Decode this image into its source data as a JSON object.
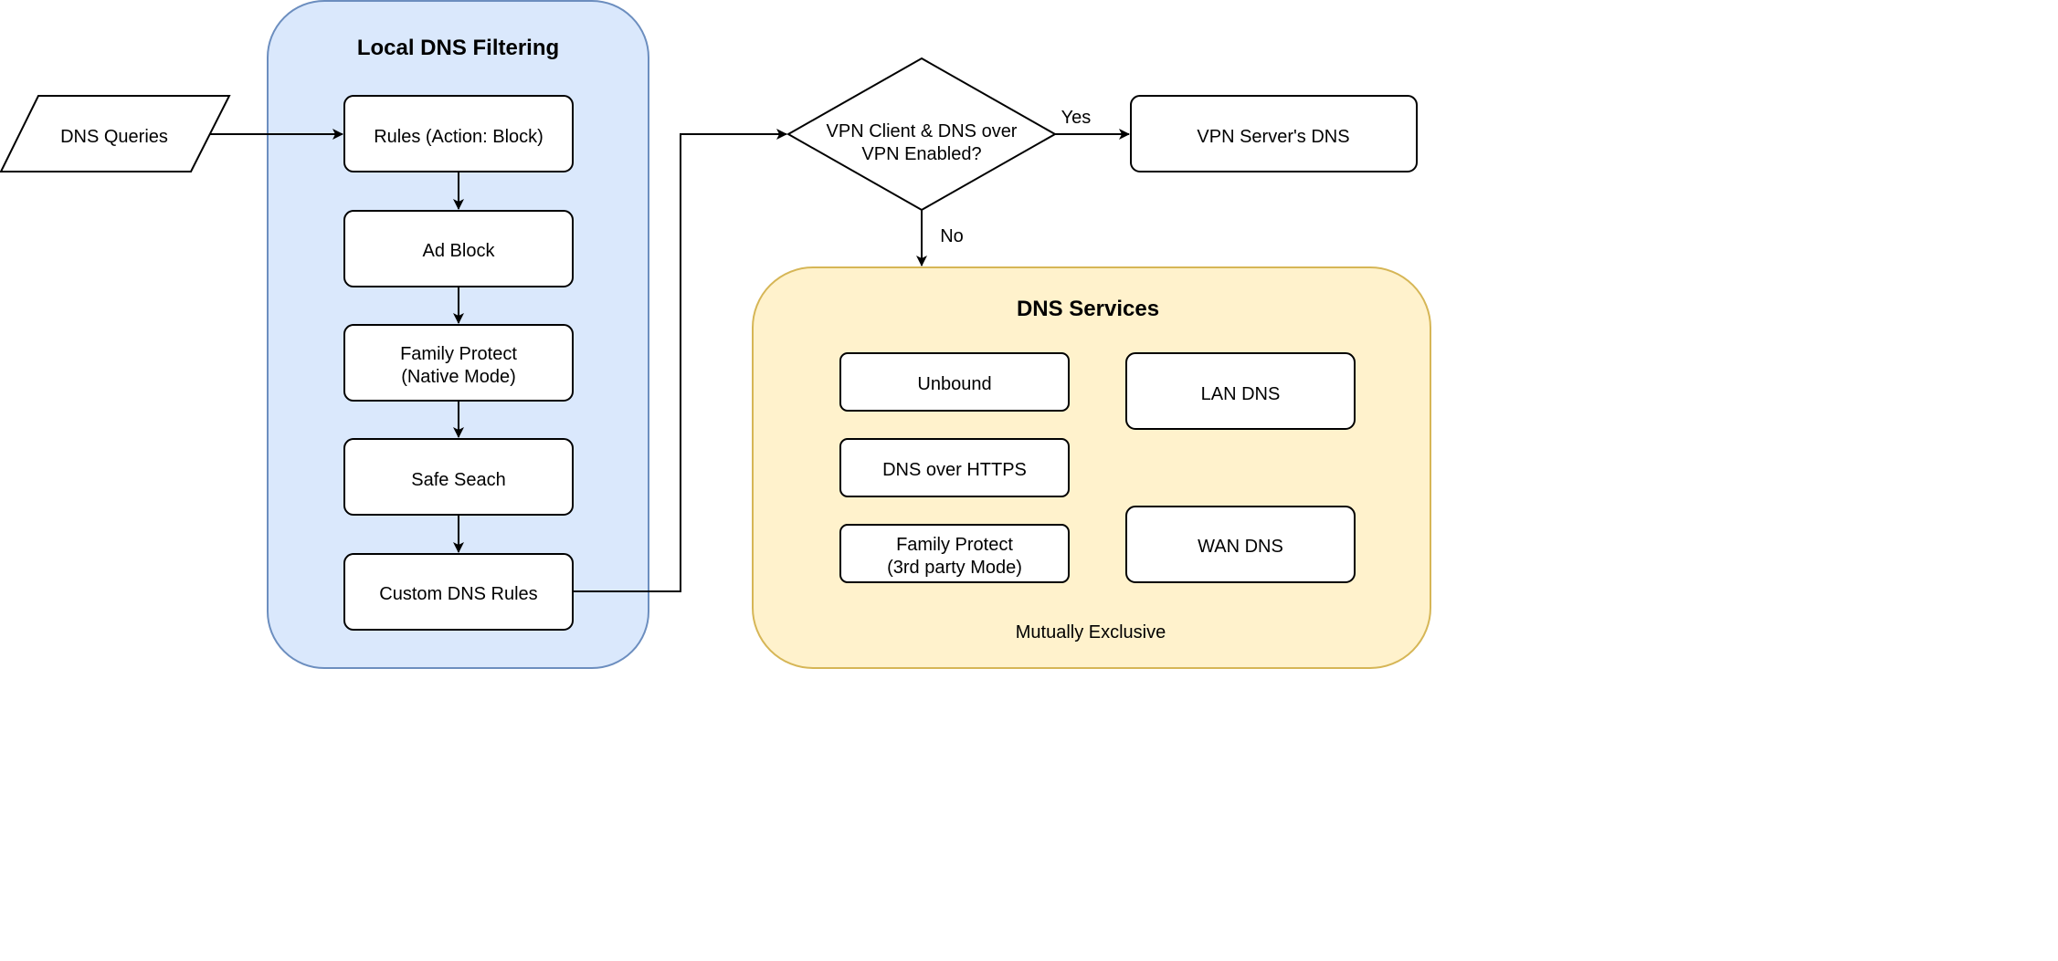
{
  "colors": {
    "local_group_fill": "#dae8fc",
    "local_group_stroke": "#6c8ebf",
    "services_group_fill": "#fff2cc",
    "services_group_stroke": "#d6b656",
    "node_fill": "#ffffff",
    "line": "#000000"
  },
  "input": {
    "label": "DNS Queries"
  },
  "local_filtering": {
    "title": "Local DNS Filtering",
    "steps": [
      {
        "lines": [
          "Rules (Action: Block)"
        ]
      },
      {
        "lines": [
          "Ad Block"
        ]
      },
      {
        "lines": [
          "Family Protect",
          "(Native Mode)"
        ]
      },
      {
        "lines": [
          "Safe Seach"
        ]
      },
      {
        "lines": [
          "Custom DNS Rules"
        ]
      }
    ]
  },
  "decision": {
    "lines": [
      "VPN Client & DNS over",
      "VPN Enabled?"
    ],
    "yes_label": "Yes",
    "no_label": "No"
  },
  "vpn_dns": {
    "label": "VPN Server's DNS"
  },
  "dns_services": {
    "title": "DNS Services",
    "left_items": [
      {
        "lines": [
          "Unbound"
        ]
      },
      {
        "lines": [
          "DNS over HTTPS"
        ]
      },
      {
        "lines": [
          "Family Protect",
          "(3rd party Mode)"
        ]
      }
    ],
    "right_items": [
      {
        "lines": [
          "LAN DNS"
        ]
      },
      {
        "lines": [
          "WAN DNS"
        ]
      }
    ],
    "footer": "Mutually Exclusive"
  }
}
